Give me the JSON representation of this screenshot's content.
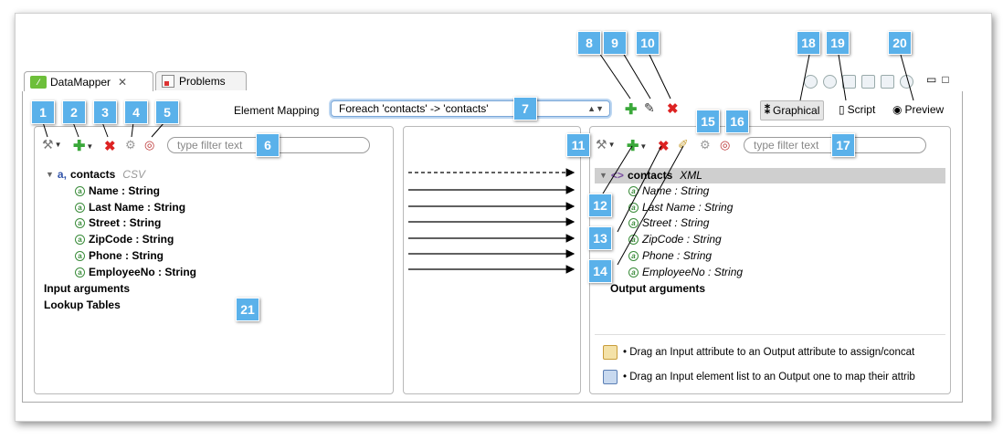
{
  "tabs": [
    {
      "label": "DataMapper",
      "close": "✕",
      "icon": "datamapper-icon"
    },
    {
      "label": "Problems",
      "icon": "problems-icon"
    }
  ],
  "element_mapping": {
    "label": "Element Mapping",
    "value": "Foreach 'contacts' -> 'contacts'"
  },
  "view_modes": [
    {
      "label": "Graphical",
      "active": true
    },
    {
      "label": "Script",
      "active": false
    },
    {
      "label": "Preview",
      "active": false
    }
  ],
  "left_panel": {
    "filter_placeholder": "type filter text",
    "root": {
      "name": "contacts",
      "type": "CSV",
      "prefix": "a,"
    },
    "attributes": [
      "Name : String",
      "Last Name : String",
      "Street : String",
      "ZipCode : String",
      "Phone : String",
      "EmployeeNo : String"
    ],
    "sections": [
      "Input arguments",
      "Lookup Tables"
    ]
  },
  "right_panel": {
    "filter_placeholder": "type filter text",
    "root": {
      "name": "contacts",
      "type": "XML"
    },
    "attributes": [
      "Name : String",
      "Last Name : String",
      "Street : String",
      "ZipCode : String",
      "Phone : String",
      "EmployeeNo : String"
    ],
    "sections": [
      "Output arguments"
    ],
    "hints": [
      "• Drag an Input attribute to an Output attribute to assign/concat",
      "• Drag an Input element list to an Output one to map their attrib"
    ]
  },
  "callouts": [
    "1",
    "2",
    "3",
    "4",
    "5",
    "6",
    "7",
    "8",
    "9",
    "10",
    "11",
    "12",
    "13",
    "14",
    "15",
    "16",
    "17",
    "18",
    "19",
    "20",
    "21"
  ],
  "colors": {
    "callout": "#5ab1ea",
    "add": "#3aa83a",
    "delete": "#d22222",
    "selection": "#cfcfcf"
  }
}
